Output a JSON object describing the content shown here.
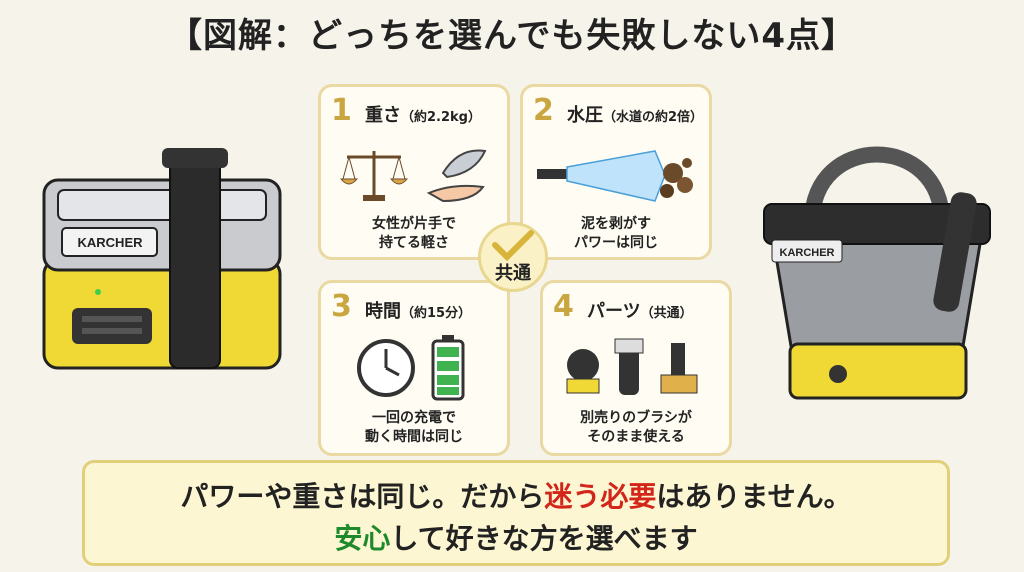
{
  "title": "【図解：どっちを選んでも失敗しない4点】",
  "center_label": "共通",
  "cards": [
    {
      "num": "1",
      "head": "重さ",
      "sub": "（約2.2kg）",
      "cap1": "女性が片手で",
      "cap2": "持てる軽さ"
    },
    {
      "num": "2",
      "head": "水圧",
      "sub": "（水道の約2倍）",
      "cap1": "泥を剥がす",
      "cap2": "パワーは同じ"
    },
    {
      "num": "3",
      "head": "時間",
      "sub": "（約15分）",
      "cap1": "一回の充電で",
      "cap2": "動く時間は同じ"
    },
    {
      "num": "4",
      "head": "パーツ",
      "sub": "（共通）",
      "cap1": "別売りのブラシが",
      "cap2": "そのまま使える"
    }
  ],
  "bottom": {
    "line1_a": "パワーや重さは同じ。だから",
    "line1_b": "迷う必要",
    "line1_c": "はありません。",
    "line2_a": "安心",
    "line2_b": "して好きな方を選べます"
  },
  "brand_left": "KARCHER",
  "brand_right": "KARCHER",
  "colors": {
    "accent": "#c9a640",
    "red": "#d2261b",
    "green": "#1f8a2c",
    "yellow": "#f1dc3a"
  },
  "icons": [
    "scale-icon",
    "feather-hand-icon",
    "water-spray-icon",
    "clock-icon",
    "battery-icon",
    "brush-icon",
    "check-icon"
  ]
}
